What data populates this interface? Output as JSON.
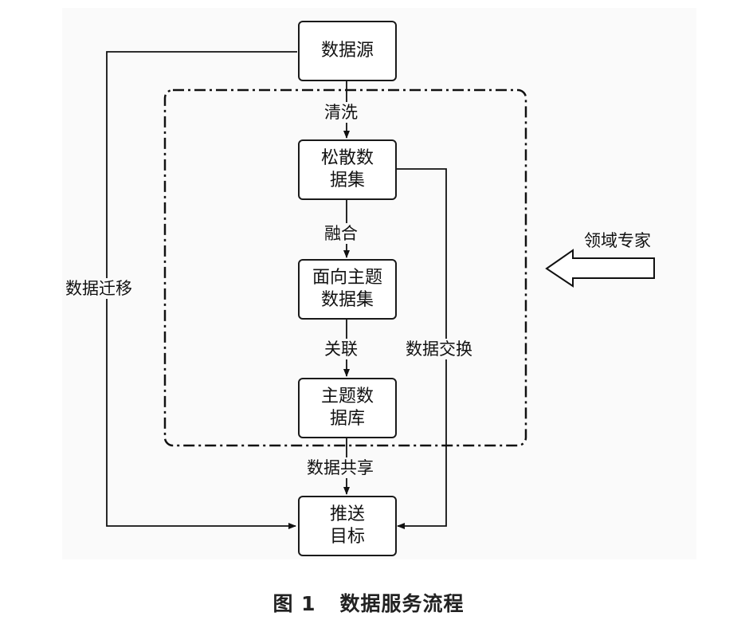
{
  "diagram": {
    "nodes": {
      "source": [
        "数据源"
      ],
      "loose_dataset": [
        "松散数",
        "据集"
      ],
      "topic_dataset": [
        "面向主题",
        "数据集"
      ],
      "topic_db": [
        "主题数",
        "据库"
      ],
      "push_target": [
        "推送",
        "目标"
      ]
    },
    "edges": {
      "clean": "清洗",
      "fuse": "融合",
      "associate": "关联",
      "share": "数据共享",
      "migrate": "数据迁移",
      "exchange": "数据交换"
    },
    "expert": "领域专家"
  },
  "caption": {
    "figure_no": "图 1",
    "title": "数据服务流程"
  }
}
